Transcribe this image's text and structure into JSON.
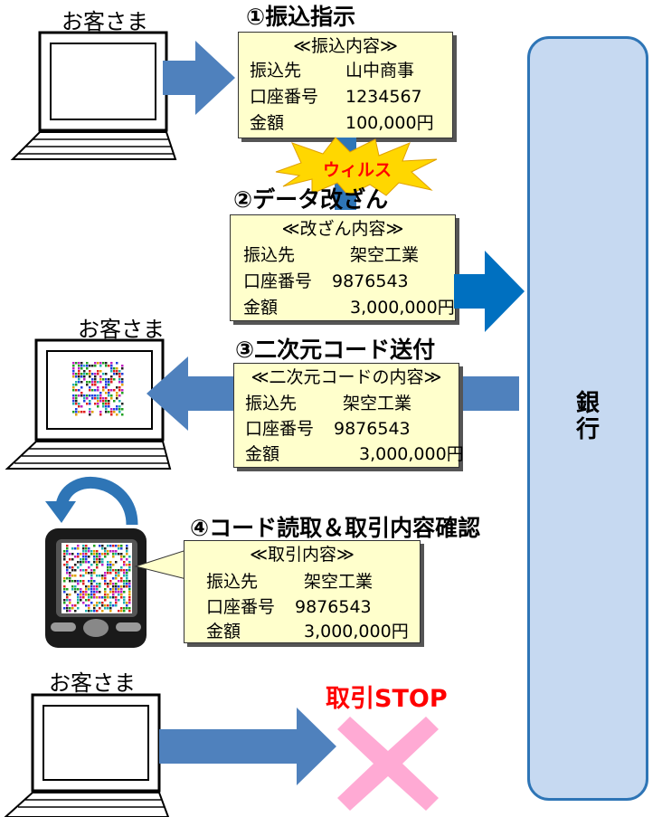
{
  "customer_label": "お客さま",
  "bank_label": "銀\n行",
  "step1": {
    "title": "①振込指示",
    "box_title": "≪振込内容≫",
    "rows": [
      {
        "key": "振込先",
        "value": "山中商事"
      },
      {
        "key": "口座番号",
        "value": "1234567"
      },
      {
        "key": "金額",
        "value": "100,000円"
      }
    ]
  },
  "virus_label": "ウィルス",
  "step2": {
    "title": "②データ改ざん",
    "box_title": "≪改ざん内容≫",
    "rows": [
      {
        "key": "振込先",
        "value": "架空工業"
      },
      {
        "key": "口座番号",
        "value": "9876543"
      },
      {
        "key": "金額",
        "value": "3,000,000円"
      }
    ]
  },
  "step3": {
    "title": "③二次元コード送付",
    "box_title": "≪二次元コードの内容≫",
    "rows": [
      {
        "key": "振込先",
        "value": "架空工業"
      },
      {
        "key": "口座番号",
        "value": "9876543"
      },
      {
        "key": "金額",
        "value": "3,000,000円"
      }
    ]
  },
  "step4": {
    "title": "④コード読取＆取引内容確認",
    "box_title": "≪取引内容≫",
    "rows": [
      {
        "key": "振込先",
        "value": "架空工業"
      },
      {
        "key": "口座番号",
        "value": "9876543"
      },
      {
        "key": "金額",
        "value": "3,000,000円"
      }
    ]
  },
  "stop_label": "取引STOP",
  "colors": {
    "arrow": "#4f81bd",
    "bank_fill": "#c6d9f1",
    "bank_border": "#2e75b6",
    "box_fill": "#ffffcc",
    "virus_fill": "#ffd700",
    "virus_text": "#ff0000",
    "stop_text": "#ff0000",
    "cross": "#ffaad4"
  }
}
